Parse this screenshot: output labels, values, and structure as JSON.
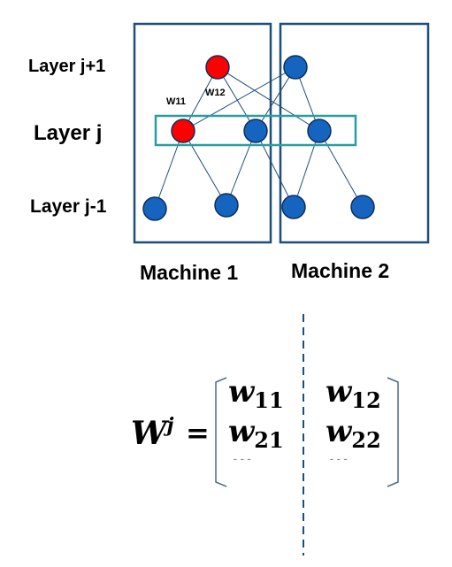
{
  "diagram": {
    "layer_labels": {
      "top": "Layer j+1",
      "middle": "Layer j",
      "bottom": "Layer j-1"
    },
    "machine_labels": {
      "left": "Machine 1",
      "right": "Machine 2"
    },
    "weight_labels": {
      "w11": "W11",
      "w12": "W12"
    },
    "colors": {
      "node_default": "#1565c0",
      "node_highlight": "#ff0000",
      "node_stroke": "#0d2f5c",
      "machine_border": "#1f4e79",
      "layer_box": "#2a9d9d",
      "edge": "#1f4e79",
      "divider": "#1f4e79",
      "bracket": "#4a6a8a"
    }
  },
  "equation": {
    "lhs_base": "W",
    "lhs_sup": "j",
    "equals": "=",
    "matrix": {
      "row1": {
        "left_base": "w",
        "left_sub": "11",
        "right_base": "w",
        "right_sub": "12"
      },
      "row2": {
        "left_base": "w",
        "left_sub": "21",
        "right_base": "w",
        "right_sub": "22"
      },
      "row3": {
        "left": "---",
        "right": "---"
      }
    }
  }
}
